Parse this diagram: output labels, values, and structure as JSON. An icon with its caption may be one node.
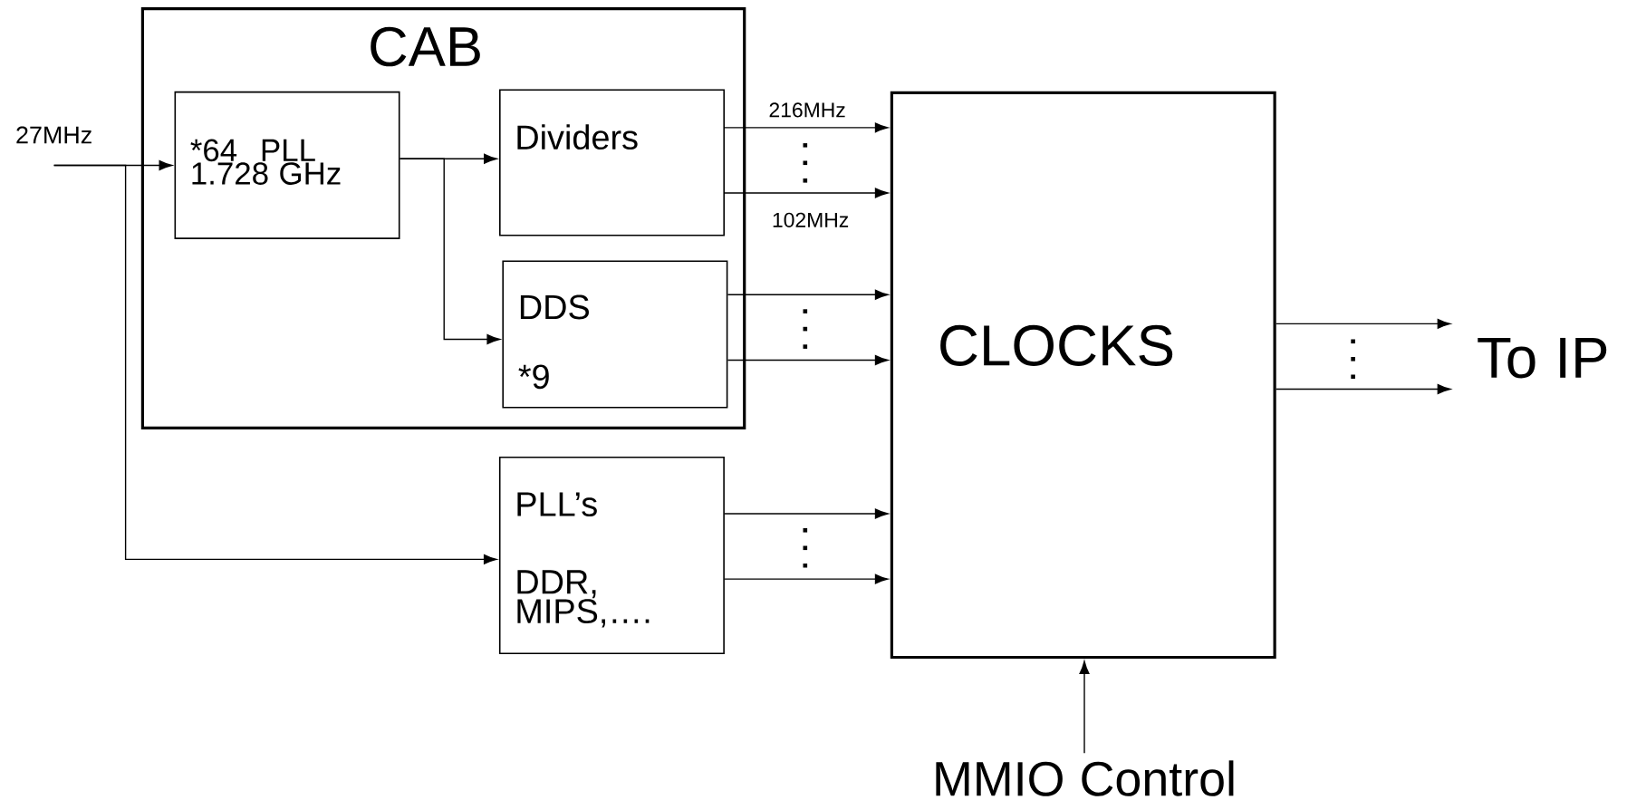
{
  "diagram": {
    "nodes": [
      {
        "text": [
          "CAB"
        ]
      },
      {
        "text": [
          "*64 PLL 1.728 GHz"
        ],
        "in": 0
      },
      {
        "text": [
          "Dividers"
        ],
        "in": 0
      },
      {
        "text": [
          "DDS",
          "*9"
        ],
        "in": 0
      },
      {
        "text": [
          "PLL’s",
          "DDR, MIPS,…."
        ]
      },
      {
        "text": [
          "CLOCKS"
        ]
      },
      {
        "text": [
          "27MHz"
        ]
      },
      {
        "text": [
          "To IP"
        ]
      },
      {
        "text": [
          "MMIO Control"
        ]
      }
    ],
    "edges": [
      {
        "from": 6,
        "to": 1,
        "arrow": "to"
      },
      {
        "from": 6,
        "to": 4,
        "arrow": "to"
      },
      {
        "from": 1,
        "to": 2,
        "arrow": "to"
      },
      {
        "from": 1,
        "to": 3,
        "arrow": "to"
      },
      {
        "from": 2,
        "to": 5,
        "arrow": "to",
        "label": "216MHz"
      },
      {
        "from": 2,
        "to": 5,
        "arrow": "to",
        "label": "102MHz"
      },
      {
        "from": 3,
        "to": 5,
        "arrow": "to"
      },
      {
        "from": 3,
        "to": 5,
        "arrow": "to"
      },
      {
        "from": 4,
        "to": 5,
        "arrow": "to"
      },
      {
        "from": 4,
        "to": 5,
        "arrow": "to"
      },
      {
        "from": 5,
        "to": 7,
        "arrow": "to"
      },
      {
        "from": 5,
        "to": 7,
        "arrow": "to"
      },
      {
        "from": 8,
        "to": 5,
        "arrow": "to"
      }
    ]
  }
}
